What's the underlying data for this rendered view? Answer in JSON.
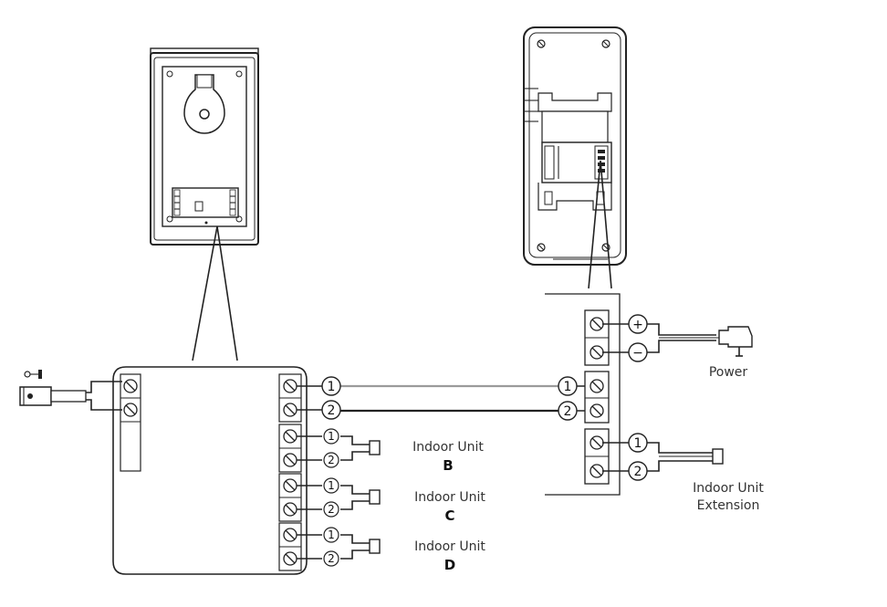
{
  "labels": {
    "power": "Power",
    "indoor_extension_line1": "Indoor Unit",
    "indoor_extension_line2": "Extension",
    "unit_b_line1": "Indoor Unit",
    "unit_b_letter": "B",
    "unit_c_line1": "Indoor Unit",
    "unit_c_letter": "C",
    "unit_d_line1": "Indoor Unit",
    "unit_d_letter": "D"
  },
  "terminals": {
    "one": "1",
    "two": "2",
    "plus": "+",
    "minus": "−"
  }
}
